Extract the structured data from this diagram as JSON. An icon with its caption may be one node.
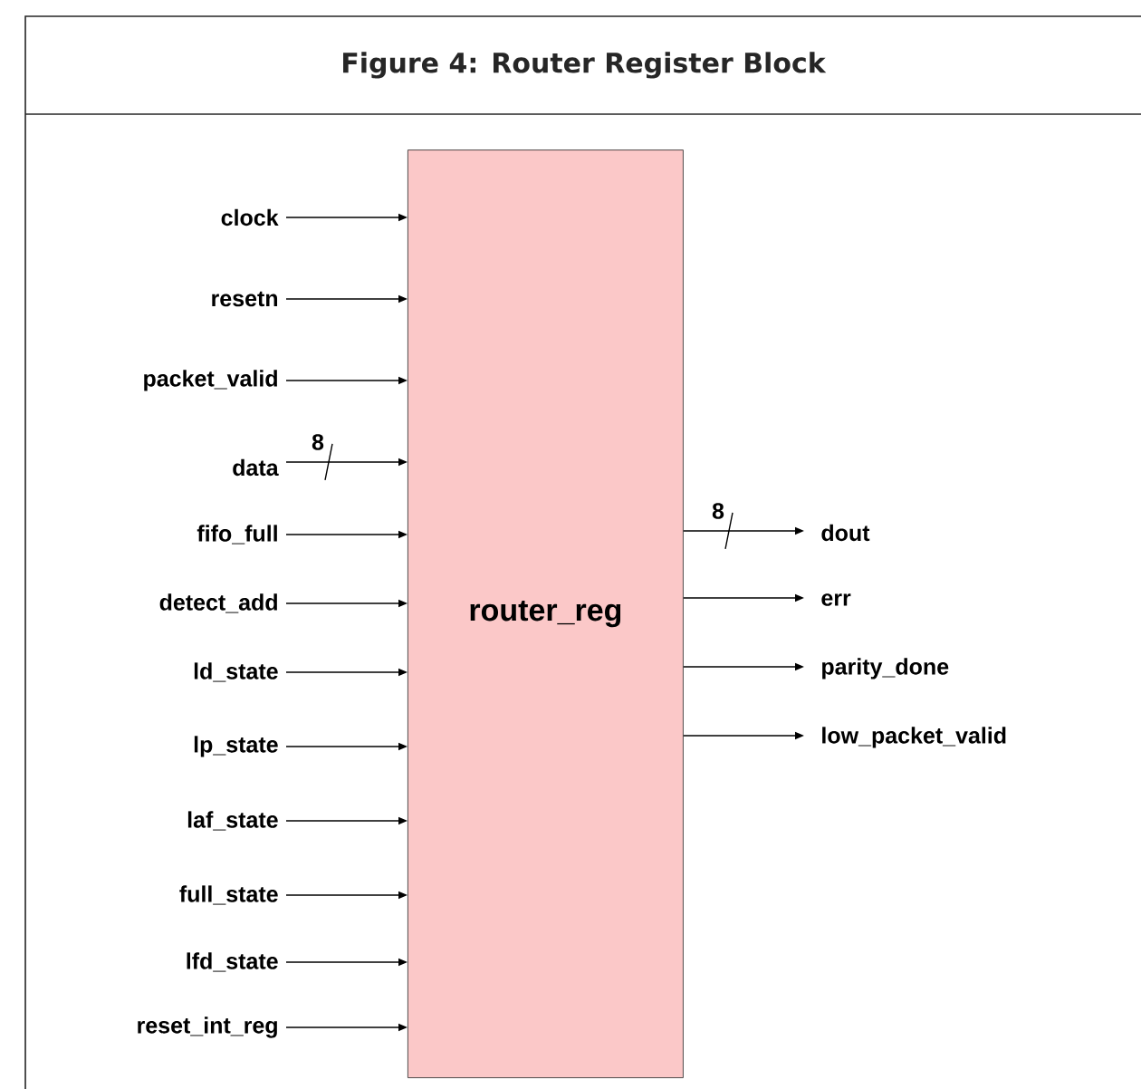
{
  "diagram": {
    "title": "Figure 4: Router Register Block",
    "nodes": [
      {
        "text": [
          "router_reg"
        ]
      },
      {
        "text": [
          "clock"
        ]
      },
      {
        "text": [
          "resetn"
        ]
      },
      {
        "text": [
          "packet_valid"
        ]
      },
      {
        "text": [
          "data"
        ]
      },
      {
        "text": [
          "fifo_full"
        ]
      },
      {
        "text": [
          "detect_add"
        ]
      },
      {
        "text": [
          "ld_state"
        ]
      },
      {
        "text": [
          "lp_state"
        ]
      },
      {
        "text": [
          "laf_state"
        ]
      },
      {
        "text": [
          "full_state"
        ]
      },
      {
        "text": [
          "lfd_state"
        ]
      },
      {
        "text": [
          "reset_int_reg"
        ]
      },
      {
        "text": [
          "dout"
        ]
      },
      {
        "text": [
          "err"
        ]
      },
      {
        "text": [
          "parity_done"
        ]
      },
      {
        "text": [
          "low_packet_valid"
        ]
      }
    ],
    "edges": [
      {
        "from": 1,
        "to": 0,
        "arrow": "to"
      },
      {
        "from": 2,
        "to": 0,
        "arrow": "to"
      },
      {
        "from": 3,
        "to": 0,
        "arrow": "to"
      },
      {
        "from": 4,
        "to": 0,
        "arrow": "to",
        "label": "8"
      },
      {
        "from": 5,
        "to": 0,
        "arrow": "to"
      },
      {
        "from": 6,
        "to": 0,
        "arrow": "to"
      },
      {
        "from": 7,
        "to": 0,
        "arrow": "to"
      },
      {
        "from": 8,
        "to": 0,
        "arrow": "to"
      },
      {
        "from": 9,
        "to": 0,
        "arrow": "to"
      },
      {
        "from": 10,
        "to": 0,
        "arrow": "to"
      },
      {
        "from": 11,
        "to": 0,
        "arrow": "to"
      },
      {
        "from": 12,
        "to": 0,
        "arrow": "to"
      },
      {
        "from": 0,
        "to": 13,
        "arrow": "to",
        "label": "8"
      },
      {
        "from": 0,
        "to": 14,
        "arrow": "to"
      },
      {
        "from": 0,
        "to": 15,
        "arrow": "to"
      },
      {
        "from": 0,
        "to": 16,
        "arrow": "to"
      }
    ]
  }
}
